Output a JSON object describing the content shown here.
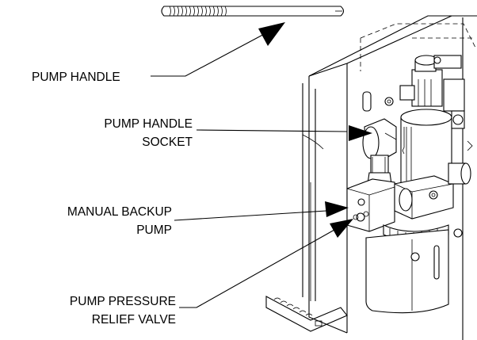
{
  "labels": {
    "pump_handle": "PUMP HANDLE",
    "pump_handle_socket_line1": "PUMP HANDLE",
    "pump_handle_socket_line2": "SOCKET",
    "manual_backup_pump_line1": "MANUAL BACKUP",
    "manual_backup_pump_line2": "PUMP",
    "pump_pressure_relief_valve_line1": "PUMP PRESSURE",
    "pump_pressure_relief_valve_line2": "RELIEF VALVE"
  },
  "colors": {
    "ink": "#000000",
    "background": "#ffffff"
  }
}
